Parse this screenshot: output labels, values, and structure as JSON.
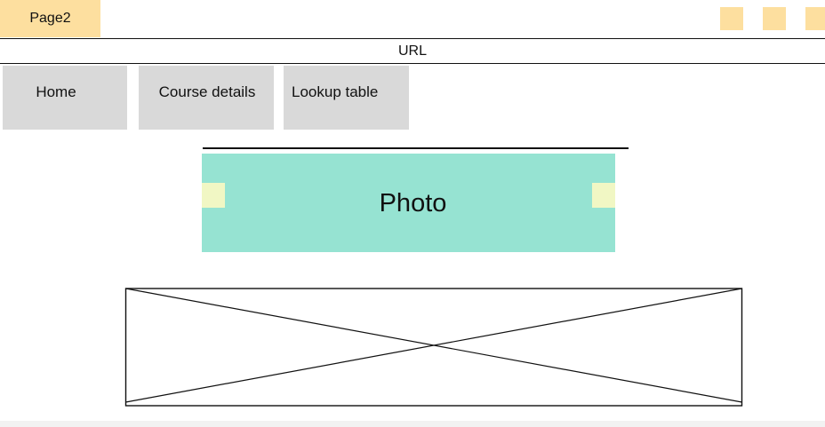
{
  "page_tab": {
    "label": "Page2"
  },
  "window_controls": [
    {
      "icon": "square-control-icon"
    },
    {
      "icon": "square-control-icon"
    },
    {
      "icon": "square-control-icon"
    }
  ],
  "address_bar": {
    "label": "URL"
  },
  "nav": {
    "items": [
      {
        "label": "Home"
      },
      {
        "label": "Course details"
      },
      {
        "label": "Lookup table"
      }
    ]
  },
  "carousel": {
    "label": "Photo",
    "prev_icon": "arrow-left-icon",
    "next_icon": "arrow-right-icon"
  },
  "image_placeholder": {
    "icon": "image-placeholder-icon"
  },
  "colors": {
    "tab": "#fddf9f",
    "nav": "#d9d9d9",
    "carousel": "#96e3d2",
    "carousel_arrow": "#f1f7c4"
  }
}
